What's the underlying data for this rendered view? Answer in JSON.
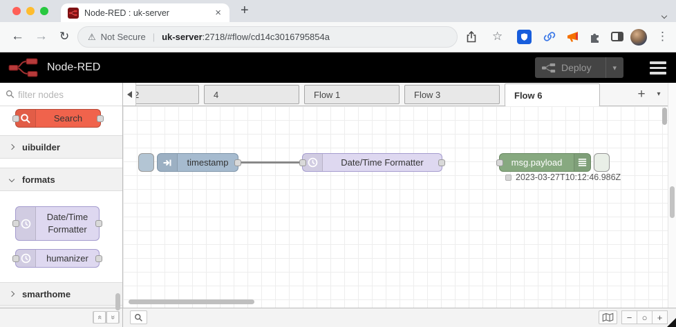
{
  "browser": {
    "tab_title": "Node-RED : uk-server",
    "close_tab": "×",
    "new_tab": "+",
    "back_arrow": "←",
    "forward_arrow": "→",
    "reload_icon": "↻",
    "warning_icon": "⚠",
    "security_label": "Not Secure",
    "url_host": "uk-server",
    "url_rest": ":2718/#flow/cd14c3016795854a",
    "star_icon": "☆",
    "menu_dots": "⋮"
  },
  "nr_header": {
    "title": "Node-RED",
    "deploy_label": "Deploy",
    "deploy_caret": "▾"
  },
  "palette": {
    "filter_placeholder": "filter nodes",
    "search_node_label": "Search",
    "categories": {
      "uibuilder": "uibuilder",
      "formats": "formats",
      "smarthome": "smarthome"
    },
    "format_nodes": {
      "datetime": "Date/Time Formatter",
      "humanizer": "humanizer"
    }
  },
  "workspace": {
    "tabs": [
      {
        "label": "2"
      },
      {
        "label": "4"
      },
      {
        "label": "Flow 1"
      },
      {
        "label": "Flow 3"
      },
      {
        "label": "Flow 6"
      }
    ],
    "active_tab": "Flow 6",
    "add_tab": "+",
    "tab_menu_caret": "▾"
  },
  "flow": {
    "inject_label": "timestamp",
    "formatter_label": "Date/Time Formatter",
    "debug_label": "msg.payload",
    "debug_status": "2023-03-27T10:12:46.986Z"
  },
  "footer": {
    "collapse_up": "«",
    "collapse_down": "»",
    "zoom_out": "−",
    "zoom_reset": "○",
    "zoom_in": "+"
  },
  "colors": {
    "inject_node": "#a6bbcf",
    "moment_node": "#ded8f0",
    "debug_node": "#87a980",
    "search_node": "#f0634c",
    "header_bg": "#000000",
    "deploy_button_bg": "#444444",
    "deploy_text": "#999999",
    "wire": "#888888",
    "traffic_red": "#ff5f57",
    "traffic_yellow": "#febc2e",
    "traffic_green": "#28c840"
  }
}
